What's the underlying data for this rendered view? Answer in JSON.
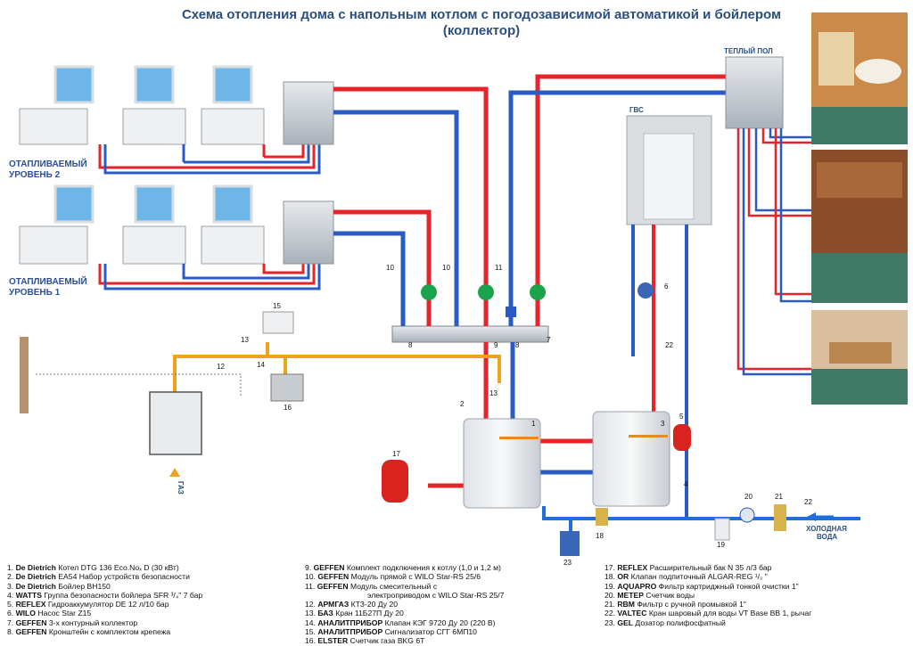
{
  "title": {
    "line1": "Схема отопления дома с напольным котлом с погодозависимой автоматикой  и бойлером",
    "line2": "(коллектор)"
  },
  "labels": {
    "level2": [
      "ОТАПЛИВАЕМЫЙ",
      "УРОВЕНЬ 2"
    ],
    "level1": [
      "ОТАПЛИВАЕМЫЙ",
      "УРОВЕНЬ 1"
    ],
    "warm_floor": "ТЕПЛЫЙ ПОЛ",
    "hot_water": "ГВС",
    "gas": "ГАЗ",
    "cold_water": [
      "ХОЛОДНАЯ",
      "ВОДА"
    ]
  },
  "numbers": [
    "1",
    "2",
    "3",
    "4",
    "5",
    "6",
    "7",
    "8",
    "8",
    "9",
    "10",
    "10",
    "11",
    "12",
    "13",
    "13",
    "14",
    "15",
    "16",
    "17",
    "18",
    "19",
    "20",
    "21",
    "22",
    "22",
    "23"
  ],
  "colors": {
    "supply": "#e8232a",
    "return": "#2a5bc4",
    "gas_pipe": "#f0a21e",
    "cold": "#1e6fd9"
  },
  "legend": {
    "col1": [
      {
        "n": "1.",
        "brand": "De Dietrich",
        "text": "Котел DTG 136 Eco.Noₓ D (30 кВт)"
      },
      {
        "n": "2.",
        "brand": "De Dietrich",
        "text": "EA54 Набор устройств безопасности"
      },
      {
        "n": "3.",
        "brand": "De Dietrich",
        "text": "Бойлер BH150"
      },
      {
        "n": "4.",
        "brand": "WATTS",
        "text": "Группа безопасности бойлера SFR ³/₄\" 7 бар"
      },
      {
        "n": "5.",
        "brand": "REFLEX",
        "text": "Гидроаккумулятор DE 12 л/10 бар"
      },
      {
        "n": "6.",
        "brand": "WILO",
        "text": "Насос Star Z15"
      },
      {
        "n": "7.",
        "brand": "GEFFEN",
        "text": "3-х контурный коллектор"
      },
      {
        "n": "8.",
        "brand": "GEFFEN",
        "text": "Кронштейн с комплектом крепежа"
      }
    ],
    "col2": [
      {
        "n": "9.",
        "brand": "GEFFEN",
        "text": "Комплект подключения к котлу (1,0 и 1,2 м)"
      },
      {
        "n": "10.",
        "brand": "GEFFEN",
        "text": "Модуль прямой с WILO Star-RS 25/6"
      },
      {
        "n": "11.",
        "brand": "GEFFEN",
        "text": "Модуль смесительный с"
      },
      {
        "n": "",
        "brand": "",
        "text": "электроприводом с WILO Star-RS 25/7"
      },
      {
        "n": "12.",
        "brand": "АРМГАЗ",
        "text": "КТЗ-20 Ду 20"
      },
      {
        "n": "13.",
        "brand": "БАЗ",
        "text": "Кран 11Б27П Ду 20"
      },
      {
        "n": "14.",
        "brand": "АНАЛИТПРИБОР",
        "text": "Клапан КЭГ 9720  Ду 20 (220 В)"
      },
      {
        "n": "15.",
        "brand": "АНАЛИТПРИБОР",
        "text": "Сигнализатор СГГ 6МП10"
      },
      {
        "n": "16.",
        "brand": "ELSTER",
        "text": "Счетчик газа BKG 6T"
      }
    ],
    "col3": [
      {
        "n": "17.",
        "brand": "REFLEX",
        "text": "Расширительный бак N 35 л/3 бар"
      },
      {
        "n": "18.",
        "brand": "OR",
        "text": "Клапан подпиточный ALGAR-REG ¹/₂  \""
      },
      {
        "n": "19.",
        "brand": "AQUAPRO",
        "text": "Фильтр картриджный тонкой очистки 1\""
      },
      {
        "n": "20.",
        "brand": "МЕТЕР",
        "text": "Счетчик воды"
      },
      {
        "n": "21.",
        "brand": "RBM",
        "text": "Фильтр с ручной промывкой 1\""
      },
      {
        "n": "22.",
        "brand": "VALTEC",
        "text": "Кран шаровый для воды VT Base ВВ 1, рычаг"
      },
      {
        "n": "23.",
        "brand": "GEL",
        "text": "Дозатор полифосфатный"
      }
    ]
  }
}
